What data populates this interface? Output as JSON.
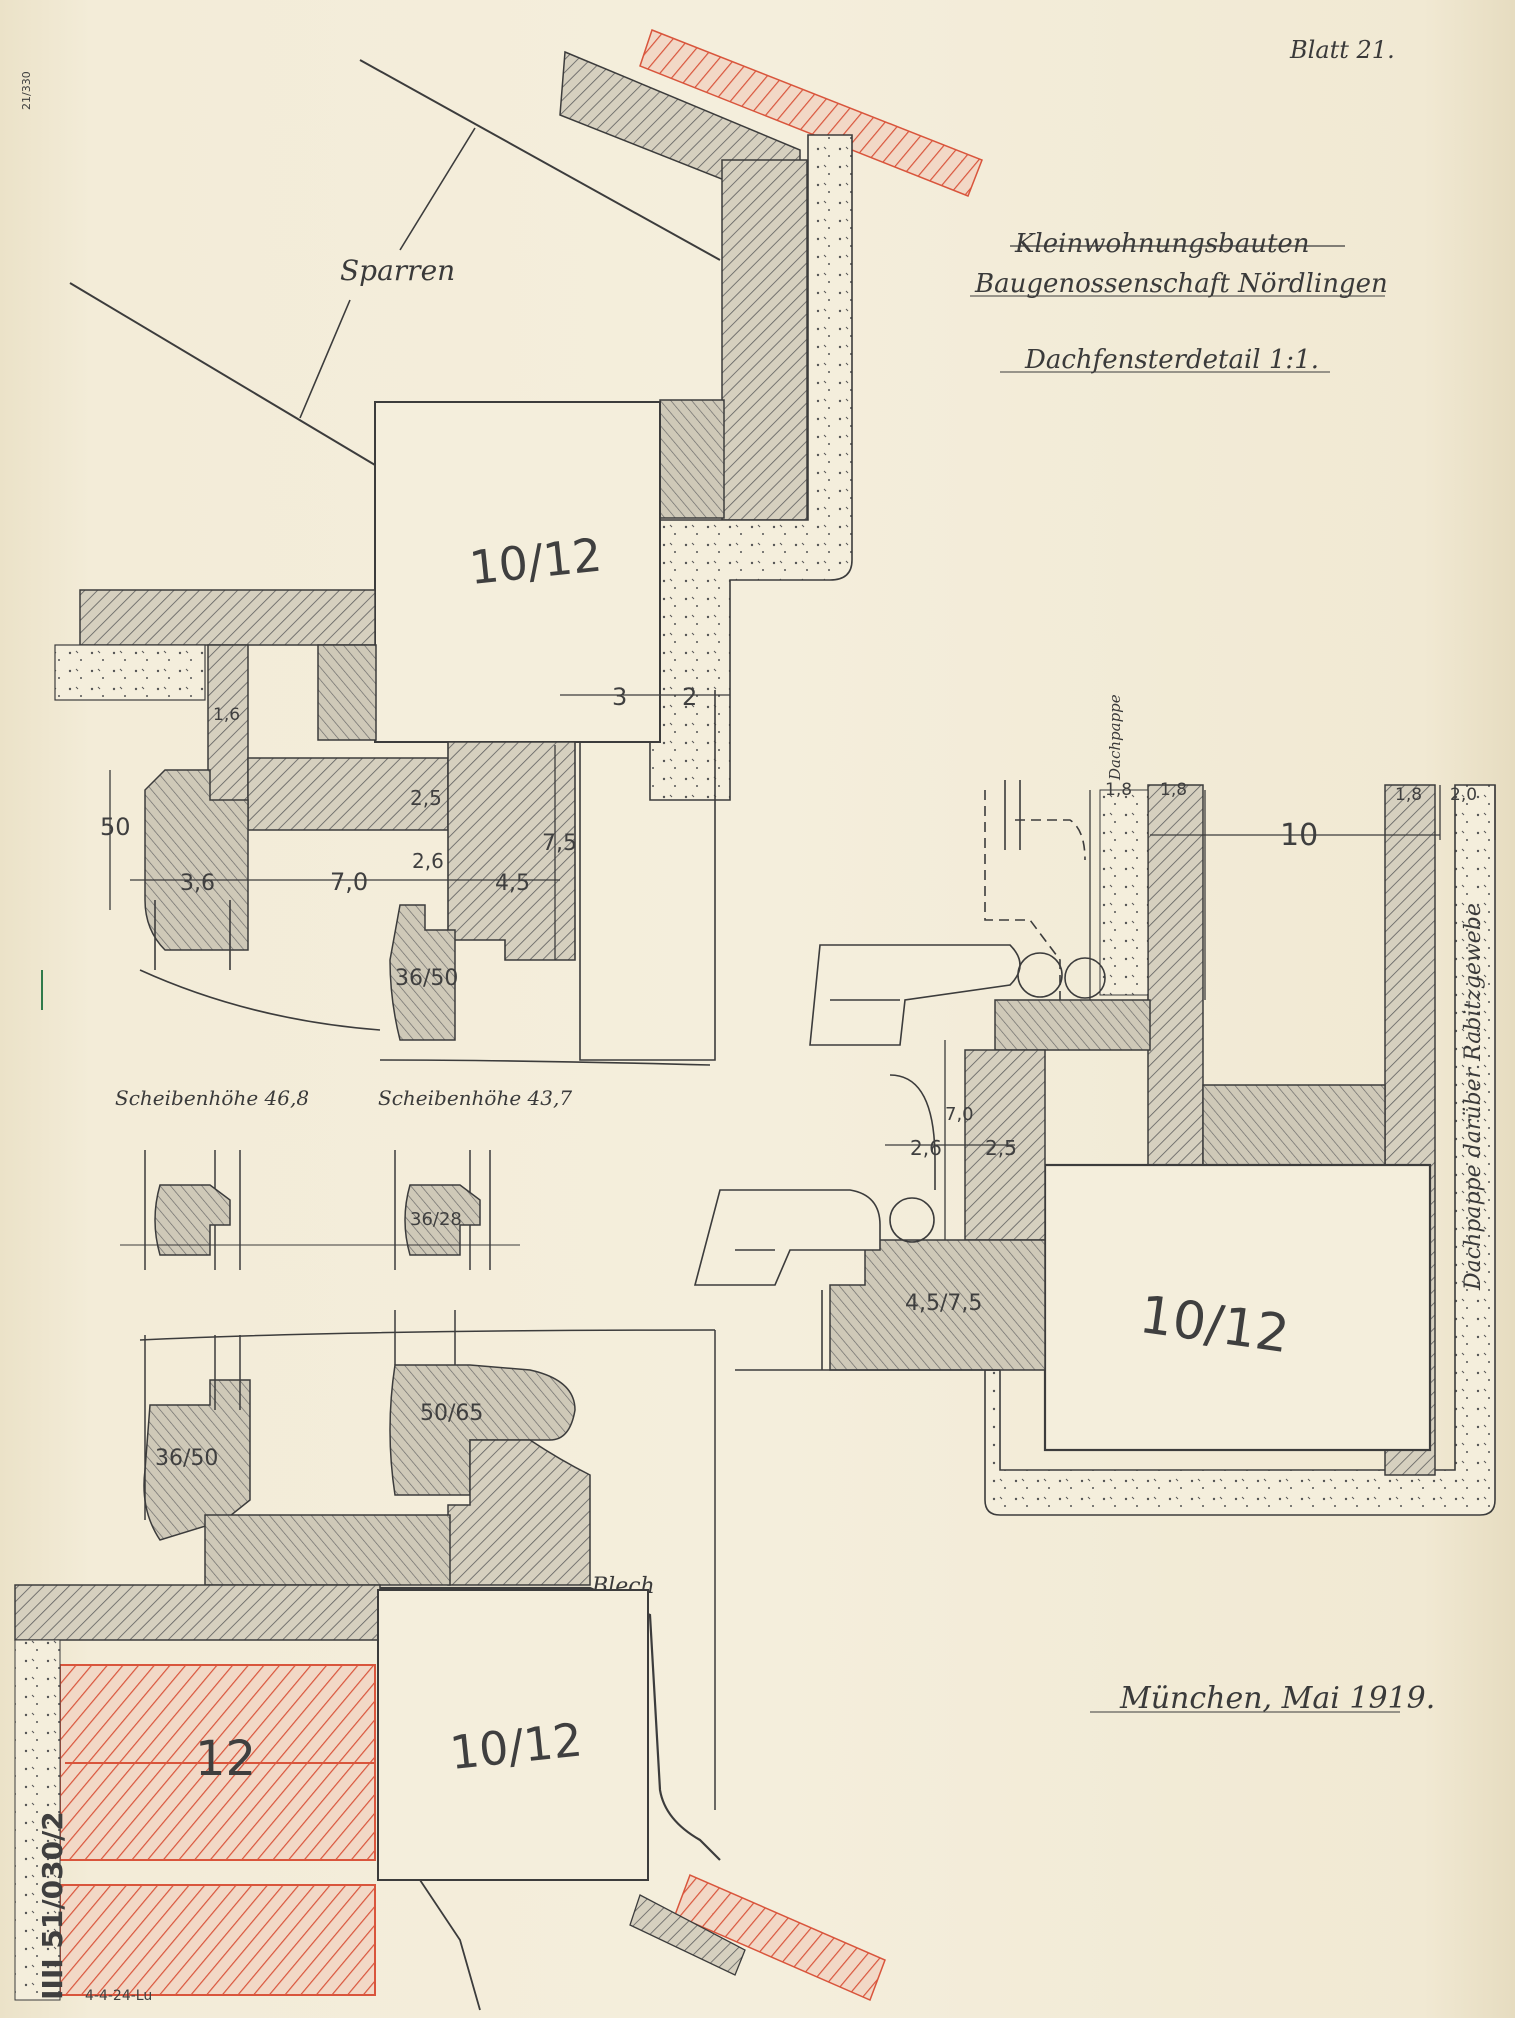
{
  "sheet": {
    "sheet_number": "Blatt 21.",
    "title_line_1": "Kleinwohnungsbauten",
    "title_line_2": "Baugenossenschaft Nördlingen",
    "title_line_3": "Dachfensterdetail 1:1.",
    "place_date": "München, Mai 1919.",
    "archive_number": "IIII 51/030/2",
    "margin_stamp_top": "21/330",
    "margin_note_bottom": "4-4-24-Lu"
  },
  "labels": {
    "sparren": "Sparren",
    "blech": "Blech",
    "dachpappe_small": "Dachpappe",
    "dachpappe_right": "Dachpappe darüber Rabitzgewebe",
    "scheibenhoehe_left": "Scheibenhöhe 46,8",
    "scheibenhoehe_right": "Scheibenhöhe 43,7"
  },
  "sections": {
    "beam_top": "10/12",
    "beam_bottom": "10/12",
    "beam_right": "10/12",
    "rafter_red": "12",
    "sash_top": "36/50",
    "sash_mid": "36/28",
    "sash_bottom_left": "36/50",
    "sash_bottom_right": "50/65",
    "sill_right": "4,5/7,5"
  },
  "dimensions": {
    "d_3": "3",
    "d_2": "2",
    "d_1_6": "1,6",
    "d_50": "50",
    "d_3_6": "3,6",
    "d_7_0": "7,0",
    "d_2_6": "2,6",
    "d_2_5": "2,5",
    "d_4_5": "4,5",
    "d_7_5": "7,5",
    "d_1_8_a": "1,8",
    "d_1_8_b": "1,8",
    "d_10": "10",
    "d_1_8_c": "1,8",
    "d_2_0": "2,0",
    "d_7_0_r": "7,0",
    "d_2_6_r": "2,6",
    "d_2_5_r": "2,5"
  },
  "colors": {
    "paper": "#f3ecd8",
    "graphite": "#3c3c3c",
    "red_crayon": "#d9553c",
    "hatch_gray": "#6b6b6b"
  }
}
